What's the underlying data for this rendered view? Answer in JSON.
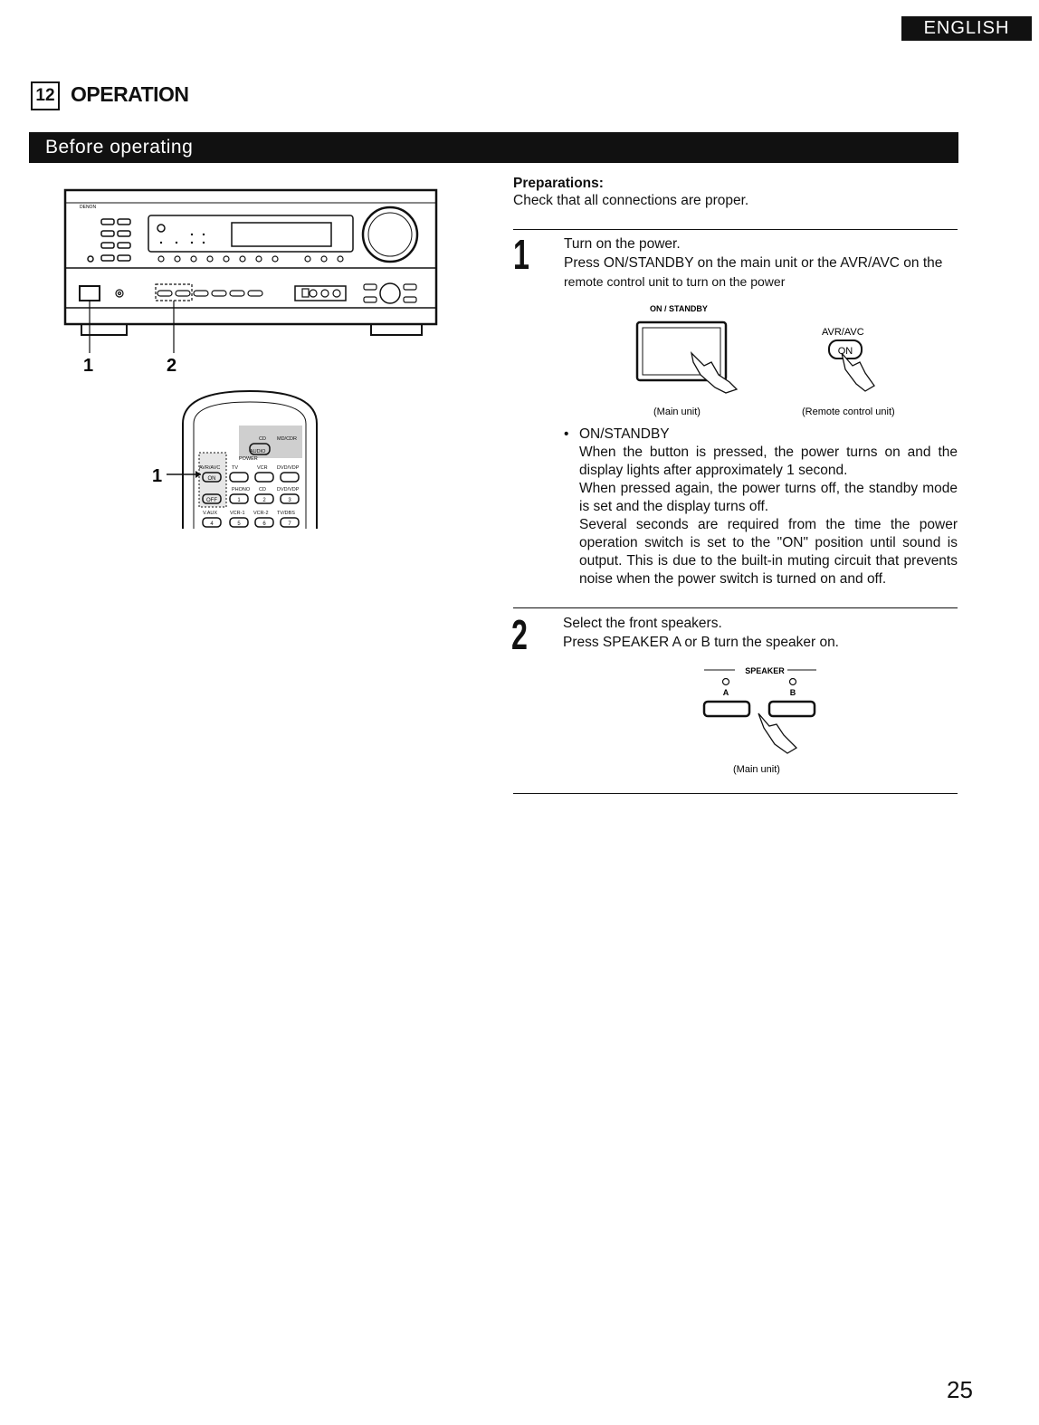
{
  "header": {
    "language": "ENGLISH"
  },
  "section": {
    "number": "12",
    "title": "OPERATION"
  },
  "banner": "Before operating",
  "figure_left": {
    "receiver_brand": "DENON",
    "callout_1": "1",
    "callout_2": "2",
    "remote_callout_1": "1",
    "remote_labels": {
      "cd": "CD",
      "md_cdr": "MD/CDR",
      "audio": "AUDIO",
      "power": "POWER",
      "avr_avc": "AVR/AVC",
      "on": "ON",
      "tv": "TV",
      "vcr": "VCR",
      "dvd_vdp": "DVD/VDP",
      "off": "OFF",
      "phono": "PHONO",
      "cd2": "CD",
      "dvd_vdp2": "DVD/VDP",
      "v_aux": "V.AUX",
      "vcr1": "VCR-1",
      "vcr2": "VCR-2",
      "tv_dbs": "TV/DBS",
      "keys": [
        "1",
        "2",
        "3",
        "4",
        "5",
        "6",
        "7"
      ]
    }
  },
  "preparations": {
    "heading": "Preparations:",
    "text": "Check that all connections are proper."
  },
  "step1": {
    "number": "1",
    "line1": "Turn on the power.",
    "line2": "Press ON/STANDBY on the main unit or the AVR/AVC on the",
    "line3": "remote control unit to turn on the power",
    "fig_label_on_standby": "ON / STANDBY",
    "fig_label_avr_avc": "AVR/AVC",
    "fig_on_key": "ON",
    "caption_main": "(Main unit)",
    "caption_remote": "(Remote control unit)",
    "bullet_title": "ON/STANDBY",
    "bullet_p1": "When the button is pressed, the power turns on and the display lights after approximately 1 second.",
    "bullet_p2": "When pressed again, the power turns off, the standby mode is set and the display turns off.",
    "bullet_p3": "Several seconds are required from the time the power operation switch is set to the \"ON\" position until sound is output. This is due to the built-in muting circuit that prevents noise when the power switch is turned on and off."
  },
  "step2": {
    "number": "2",
    "line1": "Select the front speakers.",
    "line2": "Press SPEAKER A or B turn the speaker on.",
    "fig_label_speaker": "SPEAKER",
    "fig_label_a": "A",
    "fig_label_b": "B",
    "caption_main": "(Main unit)"
  },
  "footer": {
    "page_number": "25"
  }
}
